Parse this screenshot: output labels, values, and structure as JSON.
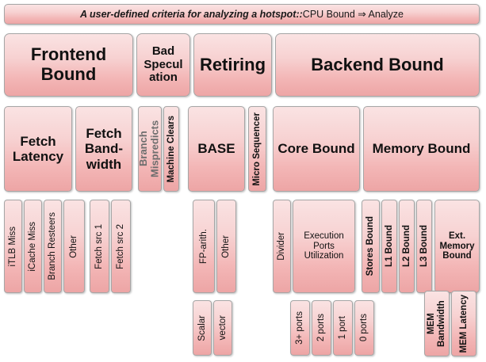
{
  "banner": {
    "emphasis": "A user-defined criteria for analyzing a hotspot::",
    "rest": " CPU Bound ⇒ Analyze"
  },
  "level1": [
    {
      "label": "Frontend Bound"
    },
    {
      "label": "Bad Specul ation"
    },
    {
      "label": "Retiring"
    },
    {
      "label": "Backend Bound"
    }
  ],
  "level2": [
    {
      "label": "Fetch Latency"
    },
    {
      "label": "Fetch Band- width"
    },
    {
      "label": "Branch Mispredicts"
    },
    {
      "label": "Machine Clears"
    },
    {
      "label": "BASE"
    },
    {
      "label": "Micro Sequencer"
    },
    {
      "label": "Core Bound"
    },
    {
      "label": "Memory Bound"
    }
  ],
  "level3": [
    {
      "label": "iTLB Miss"
    },
    {
      "label": "iCache Miss"
    },
    {
      "label": "Branch Resteers"
    },
    {
      "label": "Other"
    },
    {
      "label": "Fetch src 1"
    },
    {
      "label": "Fetch src 2"
    },
    {
      "label": "FP-arith."
    },
    {
      "label": "Other"
    },
    {
      "label": "Divider"
    },
    {
      "label": "Execution Ports Utilization"
    },
    {
      "label": "Stores Bound"
    },
    {
      "label": "L1 Bound"
    },
    {
      "label": "L2 Bound"
    },
    {
      "label": "L3 Bound"
    },
    {
      "label": "Ext. Memory Bound"
    }
  ],
  "level4": [
    {
      "label": "Scalar"
    },
    {
      "label": "vector"
    },
    {
      "label": "3+ ports"
    },
    {
      "label": "2 ports"
    },
    {
      "label": "1 port"
    },
    {
      "label": "0 ports"
    },
    {
      "label": "MEM Bandwidth"
    },
    {
      "label": "MEM Latency"
    }
  ],
  "colors": {
    "fill_top": "#fae3e3",
    "fill_bottom": "#eda5a5",
    "border": "#a6a6a6",
    "text": "#111111",
    "muted_text": "#6e6e6e"
  }
}
